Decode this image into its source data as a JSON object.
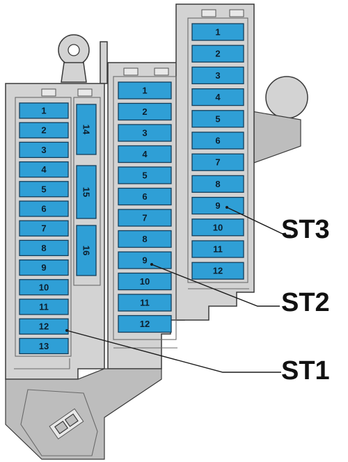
{
  "panels": [
    {
      "id": "ST1",
      "label": "ST1",
      "fuses": [
        "1",
        "2",
        "3",
        "4",
        "5",
        "6",
        "7",
        "8",
        "9",
        "10",
        "11",
        "12",
        "13"
      ],
      "vertical_fuses": [
        "14",
        "15",
        "16"
      ]
    },
    {
      "id": "ST2",
      "label": "ST2",
      "fuses": [
        "1",
        "2",
        "3",
        "4",
        "5",
        "6",
        "7",
        "8",
        "9",
        "10",
        "11",
        "12"
      ]
    },
    {
      "id": "ST3",
      "label": "ST3",
      "fuses": [
        "1",
        "2",
        "3",
        "4",
        "5",
        "6",
        "7",
        "8",
        "9",
        "10",
        "11",
        "12"
      ]
    }
  ],
  "colors": {
    "fuse": "#2f9fd6",
    "fuse_outline": "#153e5a",
    "housing": "#d3d3d3",
    "line": "#1a1a1a"
  }
}
